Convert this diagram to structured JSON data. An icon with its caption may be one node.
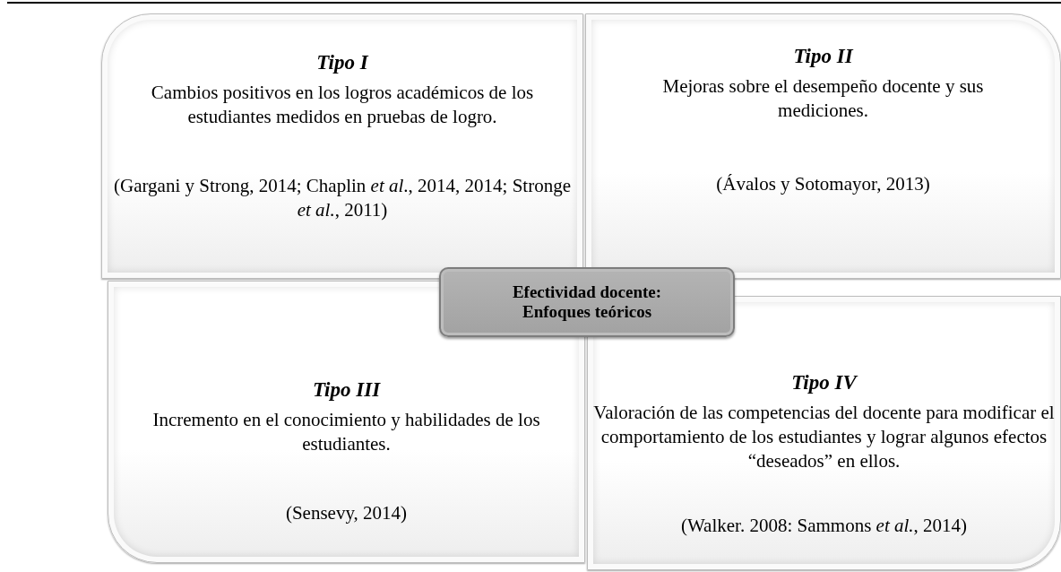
{
  "diagram": {
    "nodes": [
      {
        "text": [
          "Tipo I",
          "Cambios positivos en los logros académicos de los estudiantes medidos en pruebas de logro.",
          "(Gargani y Strong, 2014; Chaplin *et al*., 2014, 2014; Stronge *et al.*, 2011)"
        ]
      },
      {
        "text": [
          "Tipo II",
          "Mejoras sobre el desempeño docente y sus mediciones.",
          "(Ávalos y Sotomayor, 2013)"
        ]
      },
      {
        "text": [
          "Tipo III",
          "Incremento en el conocimiento y habilidades de los estudiantes.",
          "(Sensevy, 2014)"
        ]
      },
      {
        "text": [
          "Tipo IV",
          "Valoración de las competencias del docente para modificar el comportamiento de los estudiantes y lograr algunos efectos “deseados” en ellos.",
          "(Walker. 2008: Sammons *et al.*, 2014)"
        ]
      },
      {
        "text": [
          "Efectividad docente: Enfoques teóricos"
        ]
      }
    ],
    "edges": []
  }
}
